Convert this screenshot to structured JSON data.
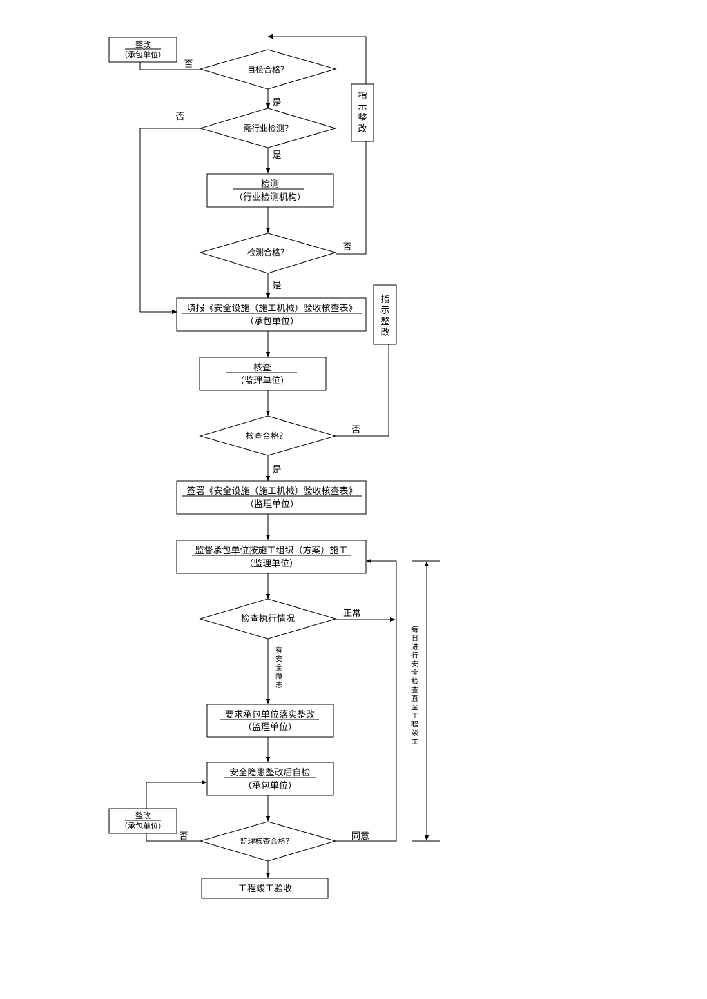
{
  "nodes": {
    "zhenggai_top": {
      "title": "整改",
      "sub": "（承包单位）"
    },
    "d_zijian": {
      "label": "自检合格？"
    },
    "d_hangye": {
      "label": "需行业检测？"
    },
    "jiance": {
      "title": "检测",
      "sub": "（行业检测机构）"
    },
    "d_jiance": {
      "label": "检测合格？"
    },
    "tianbao": {
      "title": "填报《安全设施（施工机械）验收核查表》",
      "sub": "（承包单位）"
    },
    "hecha": {
      "title": "核查",
      "sub": "（监理单位）"
    },
    "d_hecha": {
      "label": "核查合格？"
    },
    "qianshu": {
      "title": "签署《安全设施（施工机械）验收核查表》",
      "sub": "（监理单位）"
    },
    "jiandu": {
      "title": "监督承包单位按施工组织（方案）施工",
      "sub": "（监理单位）"
    },
    "d_jiancha": {
      "label": "检查执行情况"
    },
    "yaoqiu": {
      "title": "要求承包单位落实整改",
      "sub": "（监理单位）"
    },
    "zijian_after": {
      "title": "安全隐患整改后自检",
      "sub": "（承包单位）"
    },
    "zhenggai_bottom": {
      "title": "整改",
      "sub": "（承包单位）"
    },
    "d_jianli": {
      "label": "监理核查合格？"
    },
    "jungong": {
      "label": "工程竣工验收"
    },
    "zhishi_1": {
      "label": "指示整改"
    },
    "zhishi_2": {
      "label": "指示整改"
    }
  },
  "edge_labels": {
    "fou_1": "否",
    "shi_1": "是",
    "fou_2": "否",
    "shi_2": "是",
    "fou_3": "否",
    "shi_3": "是",
    "fou_4": "否",
    "shi_4": "是",
    "zhengchang": "正常",
    "you_yinhuan": "有安全隐患",
    "fou_5": "否",
    "tongyi": "同意"
  },
  "side_note": "每日进行安全检查直至工程竣工"
}
